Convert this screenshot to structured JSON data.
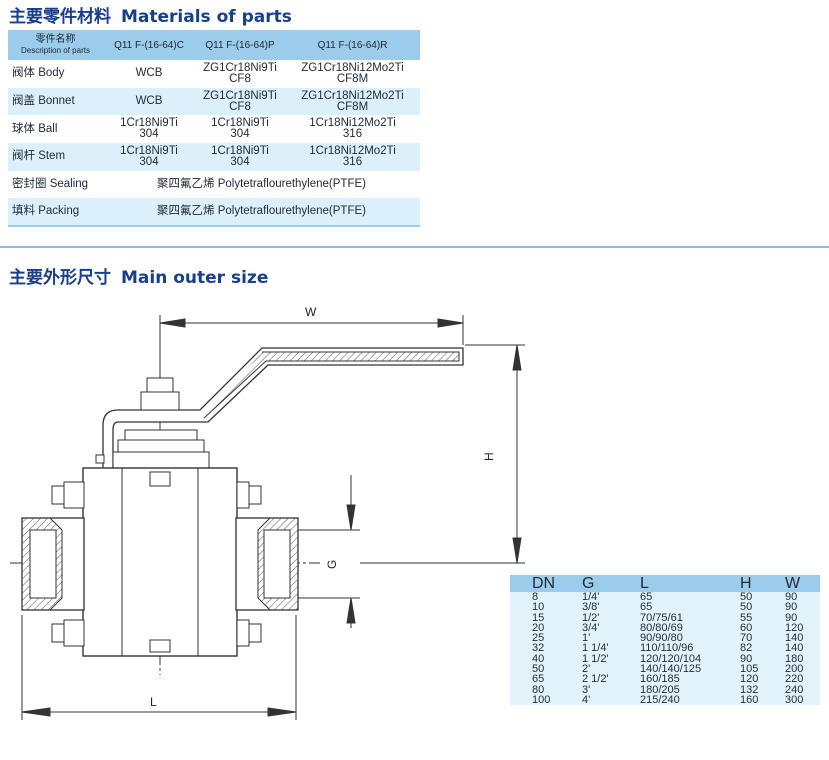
{
  "sections": {
    "materials": {
      "title_cn": "主要零件材料",
      "title_en": "Materials of parts"
    },
    "outer": {
      "title_cn": "主要外形尺寸",
      "title_en": "Main outer size"
    }
  },
  "materials_table": {
    "header": {
      "name_cn": "零件名称",
      "name_en": "Description of parts",
      "col1": "Q11 F-(16-64)C",
      "col2": "Q11 F-(16-64)P",
      "col3": "Q11 F-(16-64)R"
    },
    "rows": [
      {
        "name": "阀体 Body",
        "c1": "WCB",
        "c2a": "ZG1Cr18Ni9Ti",
        "c2b": "CF8",
        "c3a": "ZG1Cr18Ni12Mo2Ti",
        "c3b": "CF8M"
      },
      {
        "name": "阀盖 Bonnet",
        "c1": "WCB",
        "c2a": "ZG1Cr18Ni9Ti",
        "c2b": "CF8",
        "c3a": "ZG1Cr18Ni12Mo2Ti",
        "c3b": "CF8M"
      },
      {
        "name": "球体 Ball",
        "c1a": "1Cr18Ni9Ti",
        "c1b": "304",
        "c2a": "1Cr18Ni9Ti",
        "c2b": "304",
        "c3a": "1Cr18Ni12Mo2Ti",
        "c3b": "316"
      },
      {
        "name": "阀杆 Stem",
        "c1a": "1Cr18Ni9Ti",
        "c1b": "304",
        "c2a": "1Cr18Ni9Ti",
        "c2b": "304",
        "c3a": "1Cr18Ni12Mo2Ti",
        "c3b": "316"
      }
    ],
    "span_rows": [
      {
        "name": "密封圈 Sealing",
        "value": "聚四氟乙烯 Polytetraflourethylene(PTFE)"
      },
      {
        "name": "填料 Packing",
        "value": "聚四氟乙烯 Polytetraflourethylene(PTFE)"
      }
    ]
  },
  "drawing_labels": {
    "w": "W",
    "h": "H",
    "g": "G",
    "l": "L"
  },
  "size_table": {
    "headers": [
      "DN",
      "G",
      "L",
      "H",
      "W"
    ],
    "rows": [
      [
        "8",
        "1/4'",
        "65",
        "50",
        "90"
      ],
      [
        "10",
        "3/8'",
        "65",
        "50",
        "90"
      ],
      [
        "15",
        "1/2'",
        "70/75/61",
        "55",
        "90"
      ],
      [
        "20",
        "3/4'",
        "80/80/69",
        "60",
        "120"
      ],
      [
        "25",
        "1'",
        "90/90/80",
        "70",
        "140"
      ],
      [
        "32",
        "1 1/4'",
        "110/110/96",
        "82",
        "140"
      ],
      [
        "40",
        "1 1/2'",
        "120/120/104",
        "90",
        "180"
      ],
      [
        "50",
        "2'",
        "140/140/125",
        "105",
        "200"
      ],
      [
        "65",
        "2 1/2'",
        "160/185",
        "120",
        "220"
      ],
      [
        "80",
        "3'",
        "180/205",
        "132",
        "240"
      ],
      [
        "100",
        "4'",
        "215/240",
        "160",
        "300"
      ]
    ]
  },
  "colors": {
    "title": "#173f8c",
    "header_bg": "#9cccec",
    "row_alt": "#dcf0fb",
    "divider": "#93b8d8"
  }
}
